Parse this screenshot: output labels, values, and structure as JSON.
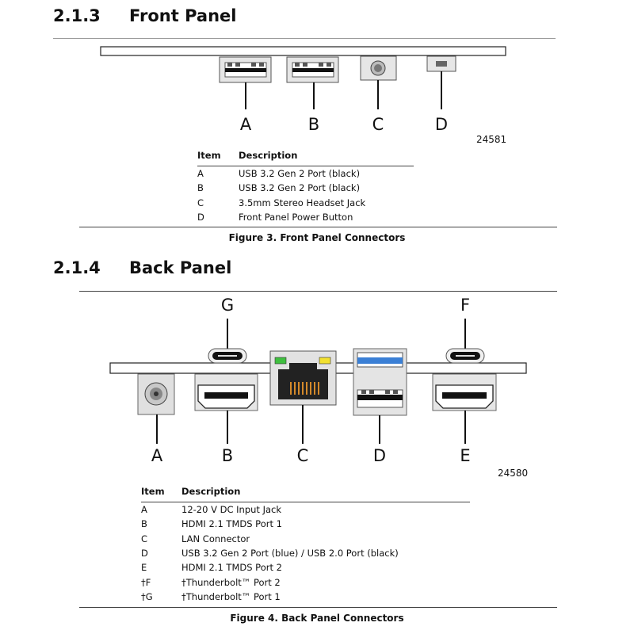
{
  "front": {
    "section_number": "2.1.3",
    "section_title": "Front Panel",
    "figure_code": "24581",
    "callouts": [
      "A",
      "B",
      "C",
      "D"
    ],
    "table": {
      "headers": {
        "item": "Item",
        "description": "Description"
      },
      "rows": [
        {
          "item": "A",
          "description": "USB 3.2 Gen 2 Port (black)"
        },
        {
          "item": "B",
          "description": "USB 3.2 Gen 2 Port (black)"
        },
        {
          "item": "C",
          "description": "3.5mm Stereo Headset Jack"
        },
        {
          "item": "D",
          "description": "Front Panel Power Button"
        }
      ]
    },
    "caption": "Figure 3.  Front Panel Connectors"
  },
  "back": {
    "section_number": "2.1.4",
    "section_title": "Back Panel",
    "figure_code": "24580",
    "callouts": [
      "G",
      "F",
      "A",
      "B",
      "C",
      "D",
      "E"
    ],
    "table": {
      "headers": {
        "item": "Item",
        "description": "Description"
      },
      "rows": [
        {
          "item": "A",
          "description": "12-20 V DC Input Jack"
        },
        {
          "item": "B",
          "description": "HDMI 2.1 TMDS Port 1"
        },
        {
          "item": "C",
          "description": "LAN Connector"
        },
        {
          "item": "D",
          "description": "USB 3.2 Gen 2 Port (blue) / USB 2.0 Port (black)"
        },
        {
          "item": "E",
          "description": "HDMI 2.1 TMDS Port 2"
        },
        {
          "item": "†F",
          "description": "†Thunderbolt™ Port 2"
        },
        {
          "item": "†G",
          "description": "†Thunderbolt™ Port 1"
        }
      ]
    },
    "caption": "Figure 4.  Back Panel Connectors"
  },
  "colors": {
    "usb_blue": "#3a7fd5",
    "led_green": "#3fbf3f",
    "led_yellow": "#f2e130",
    "lan_pins": "#d4892a"
  }
}
